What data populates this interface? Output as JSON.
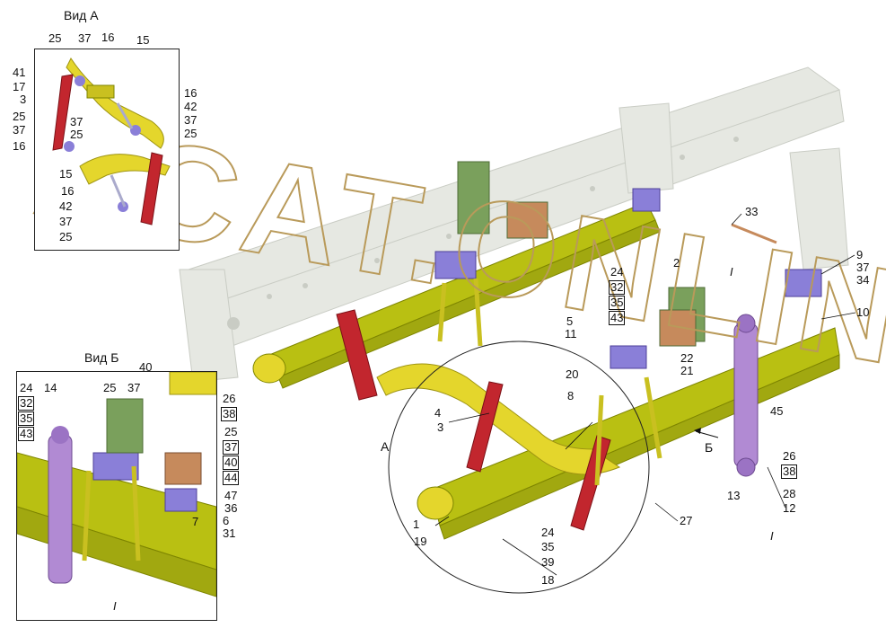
{
  "insets": {
    "a": {
      "title": "Вид А"
    },
    "b": {
      "title": "Вид Б"
    }
  },
  "watermark": "ACAT.ONLINE",
  "view_markers": {
    "a": "А",
    "b": "Б"
  },
  "colors": {
    "frame": "#e6e8e2",
    "spring": "#b9c012",
    "spring_dark": "#7e8500",
    "shackle_red": "#c2262e",
    "axle_yellow": "#e4d62c",
    "bracket_green": "#7aa05c",
    "bracket_copper": "#c68a5c",
    "pad_blue": "#8a7fd8",
    "shock_violet": "#b18ad3"
  },
  "callouts_a": [
    "25",
    "37",
    "16",
    "15",
    "41",
    "17",
    "3",
    "16",
    "42",
    "37",
    "25",
    "37",
    "25",
    "37",
    "25",
    "16",
    "15",
    "16",
    "42",
    "37",
    "25"
  ],
  "callouts_b": [
    "24",
    "32",
    "35",
    "43",
    "14",
    "25",
    "37",
    "40",
    "26",
    "38",
    "25",
    "37",
    "40",
    "44",
    "47",
    "36",
    "6",
    "31",
    "7"
  ],
  "callouts_main": [
    "33",
    "9",
    "37",
    "34",
    "10",
    "2",
    "24",
    "32",
    "35",
    "43",
    "5",
    "11",
    "22",
    "20",
    "21",
    "8",
    "4",
    "3",
    "45",
    "26",
    "38",
    "28",
    "12",
    "13",
    "27",
    "1",
    "19",
    "24",
    "35",
    "39",
    "18"
  ],
  "roman": "I"
}
